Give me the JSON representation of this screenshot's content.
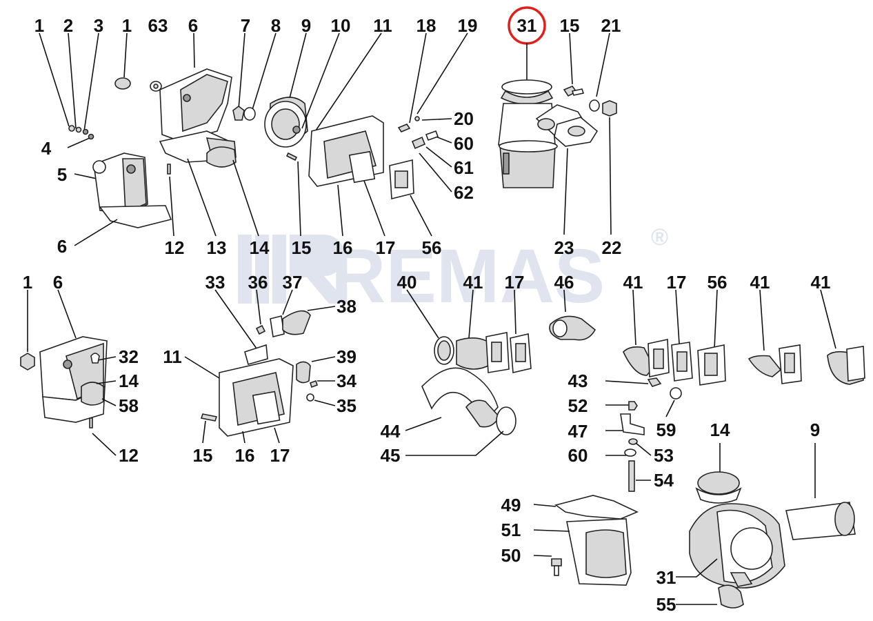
{
  "watermark": {
    "brand": "REMAS",
    "registered": "®"
  },
  "highlight_color": "#e0201b",
  "callouts": {
    "c1a": "1",
    "c2": "2",
    "c3": "3",
    "c1b": "1",
    "c63": "63",
    "c6a": "6",
    "c7": "7",
    "c8": "8",
    "c9a": "9",
    "c10": "10",
    "c11a": "11",
    "c18": "18",
    "c19": "19",
    "c31a": "31",
    "c15a": "15",
    "c21": "21",
    "c20": "20",
    "c60a": "60",
    "c61": "61",
    "c62": "62",
    "c4": "4",
    "c5": "5",
    "c6b": "6",
    "c12a": "12",
    "c13": "13",
    "c14a": "14",
    "c15b": "15",
    "c16a": "16",
    "c17a": "17",
    "c56a": "56",
    "c23": "23",
    "c22": "22",
    "c1c": "1",
    "c6c": "6",
    "c32": "32",
    "c14b": "14",
    "c58": "58",
    "c12b": "12",
    "c33": "33",
    "c36": "36",
    "c37": "37",
    "c38": "38",
    "c11b": "11",
    "c39": "39",
    "c34": "34",
    "c35": "35",
    "c15c": "15",
    "c16b": "16",
    "c17b": "17",
    "c40": "40",
    "c41a": "41",
    "c17c": "17",
    "c46": "46",
    "c44": "44",
    "c45": "45",
    "c41b": "41",
    "c17d": "17",
    "c56b": "56",
    "c41c": "41",
    "c41d": "41",
    "c43": "43",
    "c52": "52",
    "c47": "47",
    "c59": "59",
    "c60b": "60",
    "c53": "53",
    "c54": "54",
    "c14c": "14",
    "c9b": "9",
    "c49": "49",
    "c51": "51",
    "c50": "50",
    "c31b": "31",
    "c55": "55"
  }
}
